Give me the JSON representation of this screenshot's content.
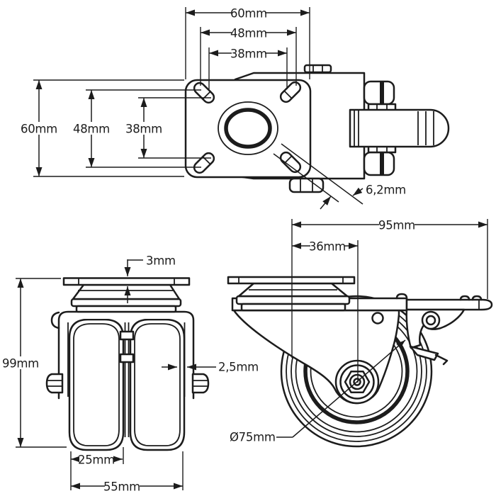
{
  "drawing": {
    "type": "technical-dimension-drawing",
    "subject": "swivel caster with twin wheels and brake",
    "colors": {
      "line": "#1c1c1c",
      "background": "#ffffff"
    },
    "views": {
      "top": {
        "label": "top-view-mounting-plate",
        "dims": {
          "h_outer": "60mm",
          "h_mid": "48mm",
          "h_inner": "38mm",
          "v_outer": "60mm",
          "v_mid": "48mm",
          "v_inner": "38mm",
          "slot_width": "6,2mm"
        }
      },
      "front": {
        "label": "front-view-twin-wheels",
        "dims": {
          "plate_thickness": "3mm",
          "total_height": "99mm",
          "tread_thickness": "2,5mm",
          "wheel_width": "25mm",
          "total_width": "55mm"
        }
      },
      "side": {
        "label": "side-view-with-brake",
        "dims": {
          "total_length": "95mm",
          "swivel_offset": "36mm",
          "wheel_diameter": "Ø75mm"
        }
      }
    }
  }
}
